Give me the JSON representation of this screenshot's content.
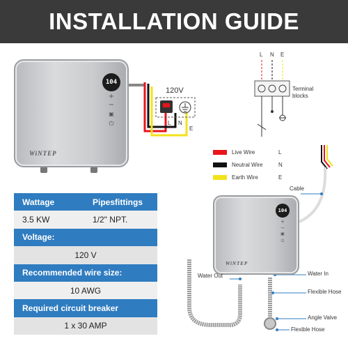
{
  "header": {
    "title": "INSTALLATION GUIDE"
  },
  "heater": {
    "display_value": "104",
    "brand": "WiNTEP",
    "control_icons": [
      "plus-icon",
      "minus-icon",
      "mode-icon",
      "power-icon"
    ]
  },
  "wiring": {
    "voltage": "120V",
    "terminal_letters": [
      "L",
      "N",
      "E"
    ],
    "phase_labels": [
      "L",
      "N",
      "E"
    ],
    "terminal_blocks_label": "Terminal blocks",
    "colors": {
      "live": "#e8141b",
      "neutral": "#111111",
      "earth": "#f2e21a"
    }
  },
  "legend": [
    {
      "name": "Live Wire",
      "letter": "L",
      "color": "#e8141b"
    },
    {
      "name": "Neutral Wire",
      "letter": "N",
      "color": "#111111"
    },
    {
      "name": "Earth Wire",
      "letter": "E",
      "color": "#f2e21a"
    }
  ],
  "specs": {
    "wattage_label": "Wattage",
    "pipefittings_label": "Pipesfittings",
    "wattage_value": "3.5 KW",
    "pipefittings_value": "1/2\" NPT.",
    "voltage_label": "Voltage:",
    "voltage_value": "120 V",
    "wire_size_label": "Recommended wire size:",
    "wire_size_value": "10 AWG",
    "breaker_label": "Required circuit breaker",
    "breaker_value": "1 x 30 AMP"
  },
  "install": {
    "cable": "Cable",
    "water_out": "Water Out",
    "water_in": "Water In",
    "flexible_hose": "Flexible Hose",
    "angle_valve": "Angle Valve",
    "flexible_hose_2": "Flexible Hose"
  }
}
